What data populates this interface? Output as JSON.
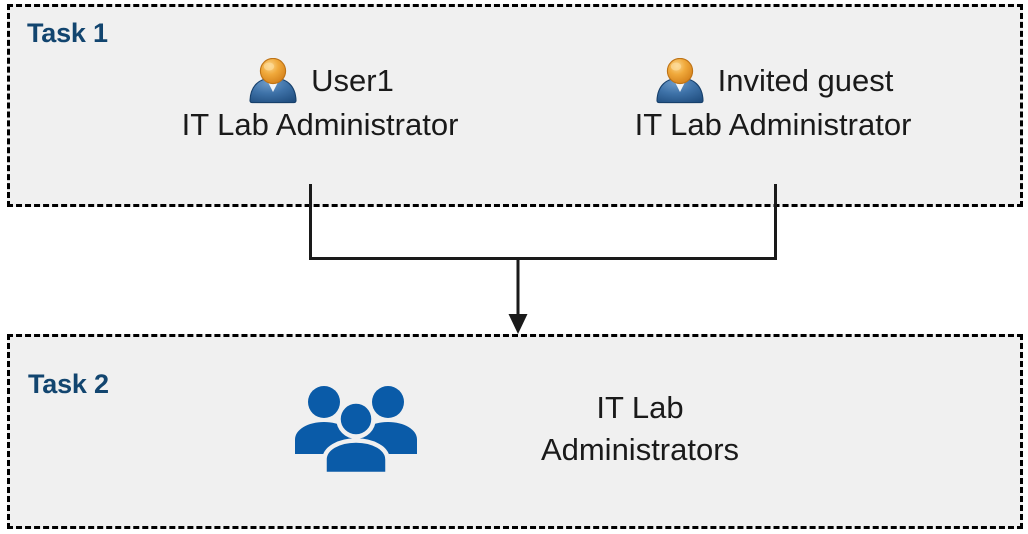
{
  "diagram": {
    "title_color": "#12456F",
    "box_fill": "#F0F0F0",
    "box_border": "#000000",
    "icon_blue": "#0A5BA8",
    "text_color": "#1A1A1A"
  },
  "task1": {
    "label": "Task 1",
    "members": [
      {
        "icon": "user-icon",
        "name": "User1",
        "role": "IT Lab Administrator"
      },
      {
        "icon": "user-icon",
        "name": "Invited guest",
        "role": "IT Lab Administrator"
      }
    ]
  },
  "task2": {
    "label": "Task 2",
    "group": {
      "icon": "group-users-icon",
      "name": "IT Lab\nAdministrators"
    }
  },
  "connector": {
    "type": "merge-arrow",
    "from": [
      "User1",
      "Invited guest"
    ],
    "to": "IT Lab Administrators",
    "arrow_direction": "down"
  }
}
